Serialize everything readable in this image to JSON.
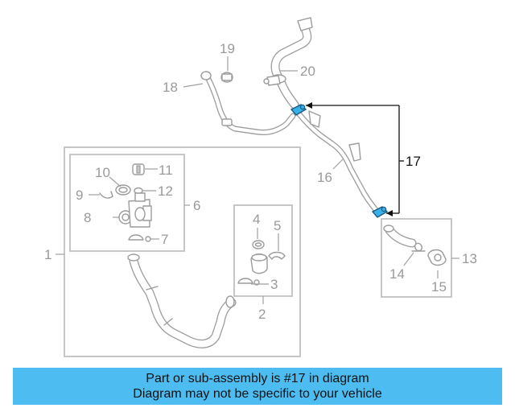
{
  "diagram": {
    "callouts": {
      "c1": "1",
      "c2": "2",
      "c3": "3",
      "c4": "4",
      "c5": "5",
      "c6": "6",
      "c7": "7",
      "c8": "8",
      "c9": "9",
      "c10": "10",
      "c11": "11",
      "c12": "12",
      "c13": "13",
      "c14": "14",
      "c15": "15",
      "c16": "16",
      "c17": "17",
      "c18": "18",
      "c19": "19",
      "c20": "20"
    },
    "highlighted_part": "17",
    "highlight_color": "#3ab0e8"
  },
  "info_bar": {
    "line1": "Part or sub-assembly is #17 in diagram",
    "line2": "Diagram may not be specific to your vehicle",
    "background": "#4dbcf0"
  }
}
